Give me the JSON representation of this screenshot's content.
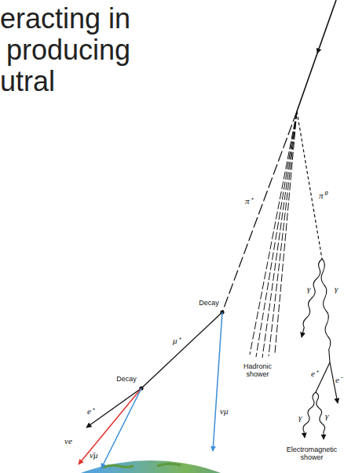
{
  "diagram": {
    "labels": [
      "eracting in",
      "producing",
      "utral",
      "π⁺",
      "π⁰",
      "Hadronic shower",
      "Decay",
      "μ⁺",
      "νμ",
      "Decay",
      "e⁺",
      "νe",
      "ν̄μ",
      "γ",
      "γ",
      "e⁺",
      "e⁻",
      "γ",
      "γ",
      "Electromagnetic shower"
    ]
  }
}
